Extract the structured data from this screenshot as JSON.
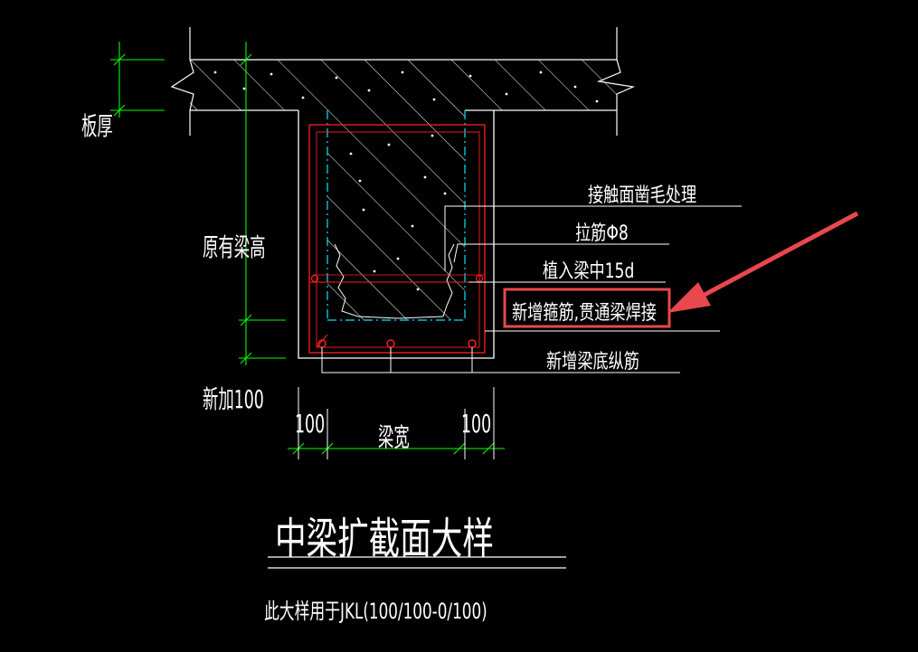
{
  "drawing": {
    "title": "中梁扩截面大样",
    "subtitle": "此大样用于JKL(100/100-0/100)",
    "dimensions": {
      "slab_thickness": "板厚",
      "existing_beam_height": "原有梁高",
      "added_height": "新加100",
      "side_left": "100",
      "beam_width": "梁宽",
      "side_right": "100"
    },
    "notes": {
      "roughening": "接触面凿毛处理",
      "tie_bar": "拉筋Φ8",
      "embed": "植入梁中15d",
      "stirrup": "新增箍筋,贯通梁焊接",
      "bottom_bars": "新增梁底纵筋"
    }
  },
  "colors": {
    "background": "#000000",
    "lines": "#ffffff",
    "dimension": "#00ff00",
    "rebar": "#ff2020",
    "existing_beam_edge": "#00e5ff",
    "highlight": "#e8484e"
  }
}
